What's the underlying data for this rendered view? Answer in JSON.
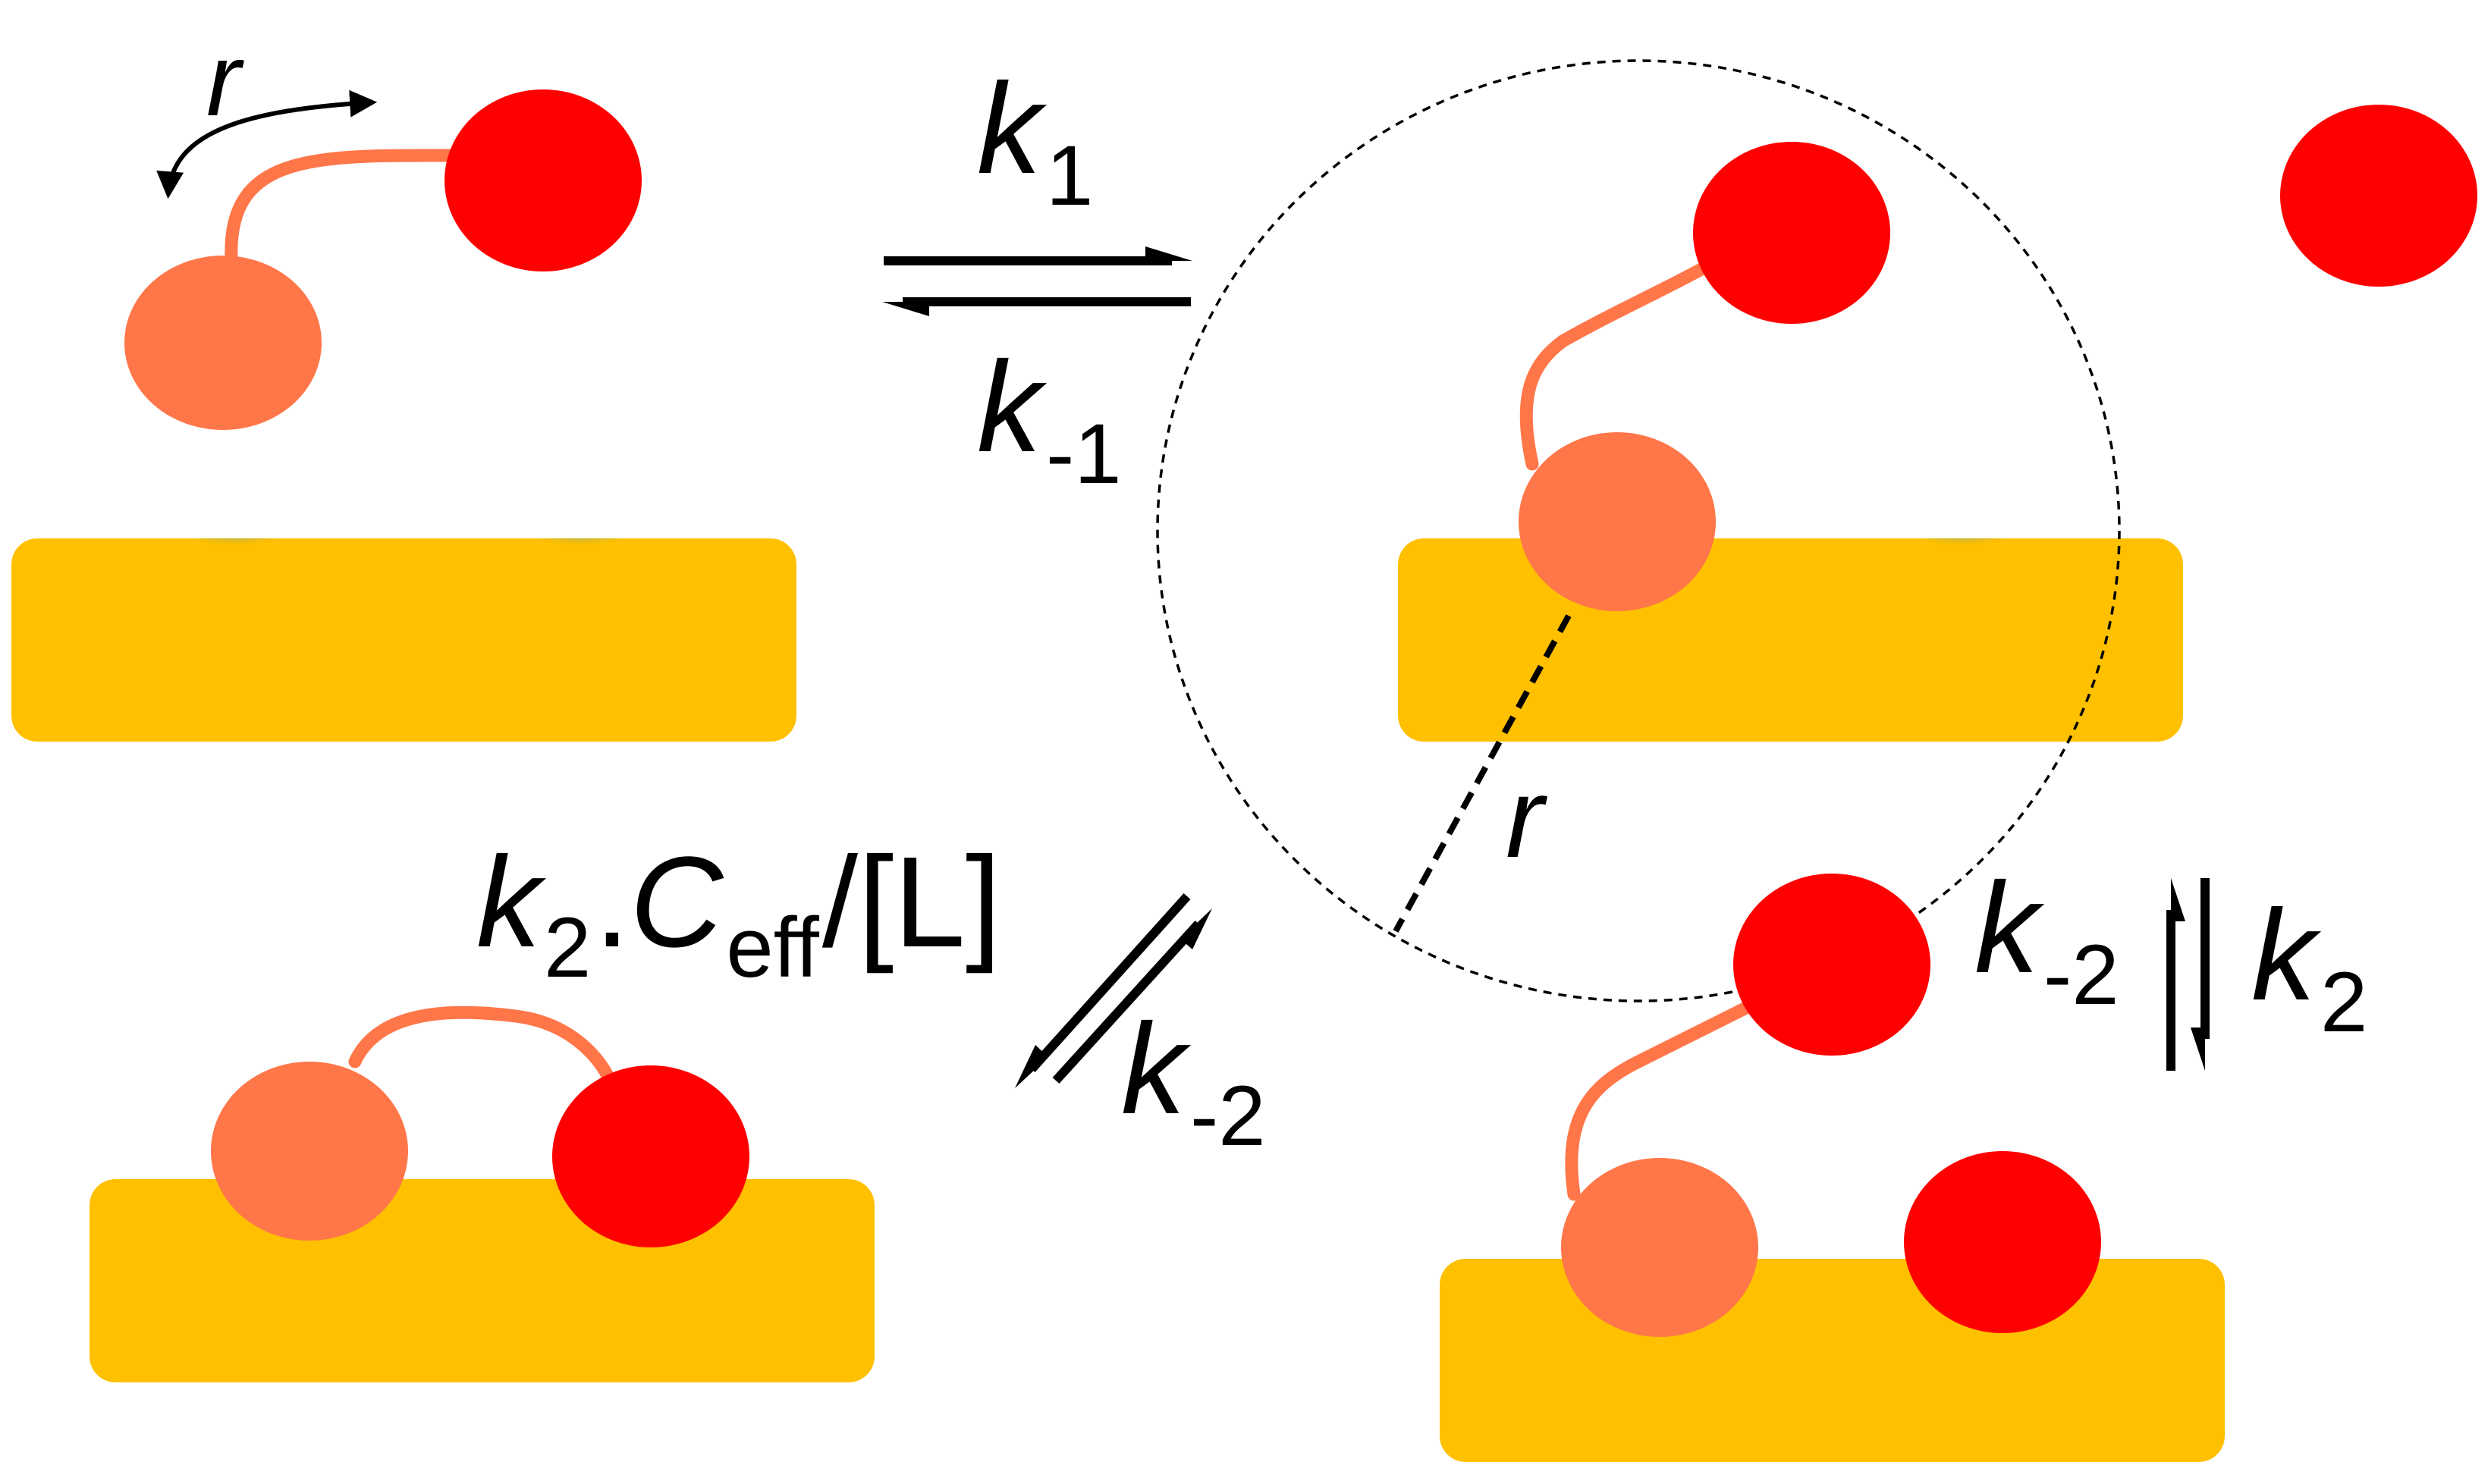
{
  "colors": {
    "background": "#ffffff",
    "surface": "#ffc000",
    "pocket": "#2e93d0",
    "pocket_highlight": "#d6ecf8",
    "anchor_bead": "#ff7649",
    "ligand_bead": "#ff0000",
    "tether": "#ff7649",
    "arrow": "#000000",
    "capture_circle": "#000000"
  },
  "labels": {
    "tether_length": "r",
    "capture_radius": "r",
    "k1": {
      "main": "k",
      "sub": "1"
    },
    "k_minus1": {
      "main": "k",
      "sub": "-1"
    },
    "k2_ceff": {
      "k": "k",
      "k_sub": "2",
      "dot": ".",
      "c": "C",
      "c_sub": "eff",
      "tail": "/[L]"
    },
    "k_minus2_diag": {
      "main": "k",
      "sub": "-2"
    },
    "k_minus2_vert": {
      "main": "k",
      "sub": "-2"
    },
    "k2_vert": {
      "main": "k",
      "sub": "2"
    }
  }
}
